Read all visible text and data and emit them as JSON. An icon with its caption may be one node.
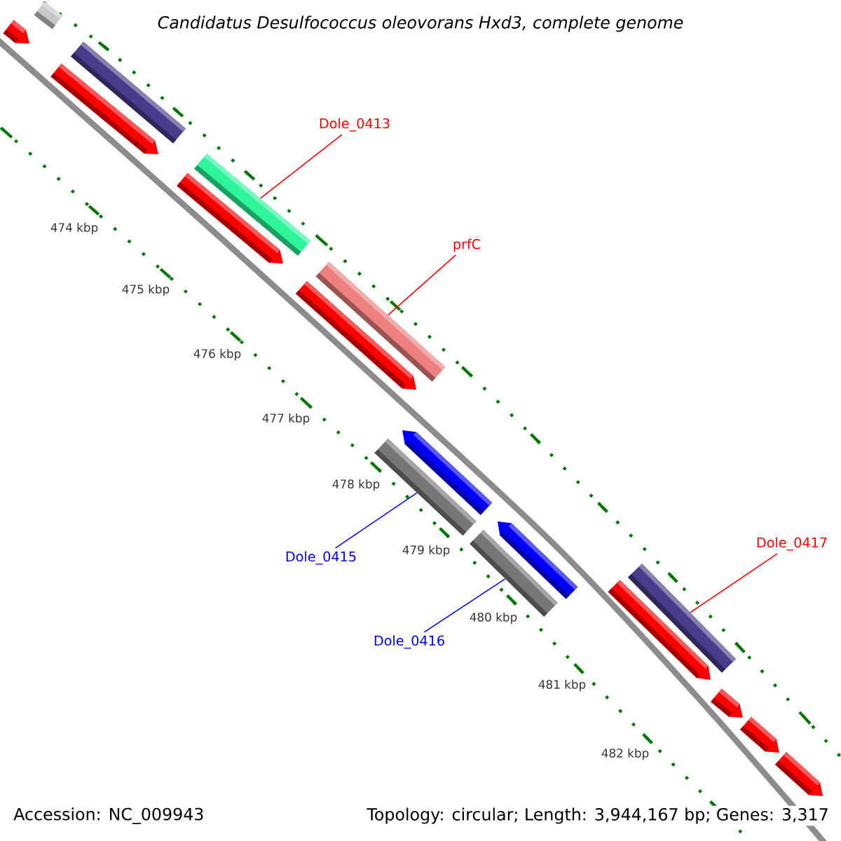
{
  "diagram": {
    "title": "Candidatus Desulfococcus oleovorans Hxd3, complete genome",
    "nodes": [
      {
        "text": [],
        "shape": "bar"
      },
      {
        "text": [],
        "shape": "bar"
      },
      {
        "text": [],
        "shape": "bar"
      },
      {
        "text": [],
        "shape": "bar"
      },
      {
        "text": [
          "Dole_0413"
        ]
      },
      {
        "text": [],
        "shape": "bar"
      },
      {
        "text": [],
        "shape": "bar"
      },
      {
        "text": [
          "prfC"
        ]
      },
      {
        "text": [],
        "shape": "bar"
      },
      {
        "text": [],
        "shape": "bar"
      },
      {
        "text": [],
        "shape": "bar"
      },
      {
        "text": [],
        "shape": "bar"
      },
      {
        "text": [],
        "shape": "bar"
      },
      {
        "text": [],
        "shape": "bar"
      },
      {
        "text": [
          "Dole_0417"
        ]
      },
      {
        "text": [
          "Dole_0415"
        ]
      },
      {
        "text": [],
        "shape": "bar"
      },
      {
        "text": [],
        "shape": "bar"
      },
      {
        "text": [
          "Dole_0416"
        ]
      },
      {
        "text": [],
        "shape": "bar"
      },
      {
        "text": [],
        "shape": "bar"
      },
      {
        "text": [],
        "shape": "bar"
      }
    ],
    "edges": [
      {
        "from": 4,
        "to": 5,
        "arrow": "none"
      },
      {
        "from": 7,
        "to": 8,
        "arrow": "none"
      },
      {
        "from": 15,
        "to": 11,
        "arrow": "none",
        "color": "#0000ff"
      },
      {
        "from": 18,
        "to": 13,
        "arrow": "none",
        "color": "#0000ff"
      },
      {
        "from": 14,
        "to": 16,
        "arrow": "none"
      }
    ],
    "labels": [
      "474 kbp",
      "475 kbp",
      "476 kbp",
      "477 kbp",
      "478 kbp",
      "479 kbp",
      "480 kbp",
      "481 kbp",
      "482 kbp",
      "Accession: NC_009943",
      "Topology: circular; Length: 3,944,167 bp; Genes: 3,317"
    ]
  }
}
